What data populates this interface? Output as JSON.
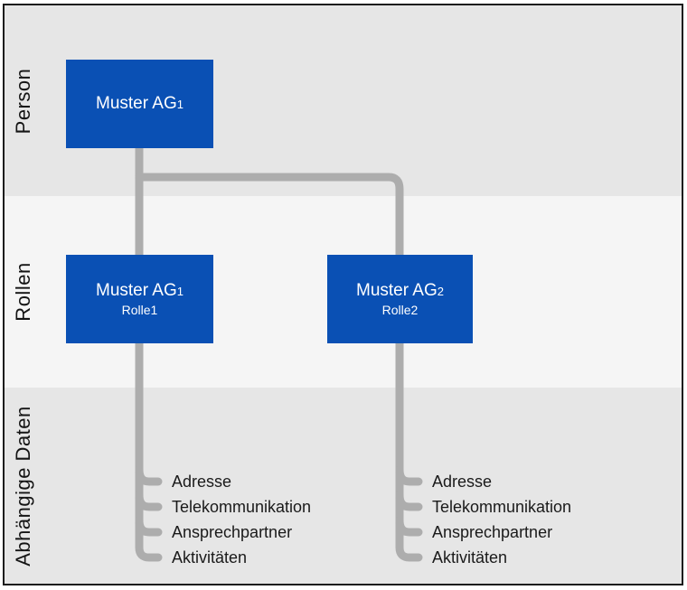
{
  "bands": [
    {
      "label": "Person"
    },
    {
      "label": "Rollen"
    },
    {
      "label": "Abhängige Daten"
    }
  ],
  "nodes": {
    "person": {
      "name": "Muster AG",
      "sub": "1"
    },
    "role1": {
      "name": "Muster AG",
      "sub": "1",
      "role": "Rolle1"
    },
    "role2": {
      "name": "Muster AG",
      "sub": "2",
      "role": "Rolle2"
    }
  },
  "dependent_items": [
    "Adresse",
    "Telekommunikation",
    "Ansprechpartner",
    "Aktivitäten"
  ],
  "colors": {
    "node_blue": "#0a50b4",
    "connector_gray": "#adadad",
    "band_person": "#e6e6e6",
    "band_rollen": "#f5f5f5",
    "band_daten": "#e6e6e6",
    "frame_border": "#1c1c1c",
    "text_dark": "#1a1a1a"
  }
}
